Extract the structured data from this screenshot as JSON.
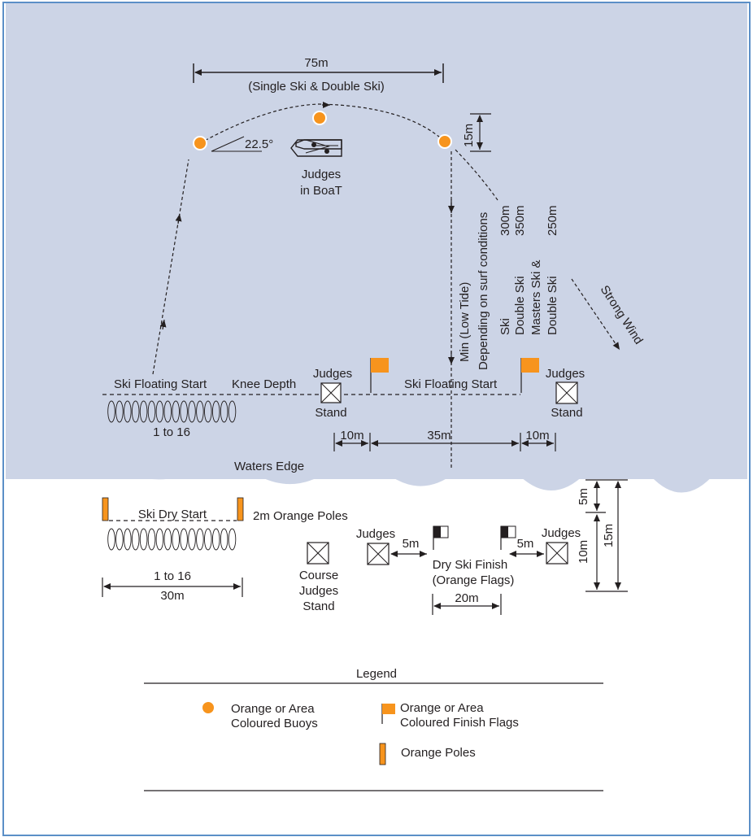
{
  "colors": {
    "sea": "#ccd4e6",
    "sand": "#ffffff",
    "border": "#5b8fc7",
    "ink": "#231f20",
    "orange": "#f7941d",
    "buoy_ring": "#ffffff"
  },
  "top_dimension": {
    "distance": "75m",
    "note": "(Single Ski & Double Ski)"
  },
  "buoy_spacing": "15m",
  "angle": "22.5°",
  "boat": {
    "line1": "Judges",
    "line2": "in BoaT"
  },
  "course_length": {
    "line1": "Min (Low Tide)",
    "line2": "Depending on surf conditions"
  },
  "distances_table": {
    "distances": [
      "300m",
      "350m",
      "250m"
    ],
    "classes": [
      "Ski",
      "Double Ski",
      "Masters Ski &",
      "Double Ski"
    ]
  },
  "wind": "Strong Wind",
  "water_start": {
    "ski_floating_start": "Ski Floating Start",
    "knee_depth": "Knee Depth",
    "positions": "1 to 16",
    "ski_floating_start_2": "Ski Floating Start",
    "judges": "Judges",
    "stand": "Stand",
    "dim_10m_left": "10m",
    "dim_35m": "35m",
    "dim_10m_right": "10m"
  },
  "waters_edge": "Waters Edge",
  "beach": {
    "ski_dry_start": "Ski Dry Start",
    "orange_poles": "2m Orange Poles",
    "positions": "1 to 16",
    "width": "30m",
    "course_judges": [
      "Course",
      "Judges",
      "Stand"
    ],
    "judges_left": "Judges",
    "judges_right": "Judges",
    "gap_left": "5m",
    "gap_right": "5m",
    "finish_title": "Dry Ski Finish",
    "finish_sub": "(Orange Flags)",
    "finish_width": "20m",
    "vert_5m": "5m",
    "vert_10m": "10m",
    "vert_15m": "15m"
  },
  "legend": {
    "title": "Legend",
    "buoys": [
      "Orange or Area",
      "Coloured Buoys"
    ],
    "flags": [
      "Orange or Area",
      "Coloured Finish Flags"
    ],
    "poles": "Orange Poles"
  }
}
